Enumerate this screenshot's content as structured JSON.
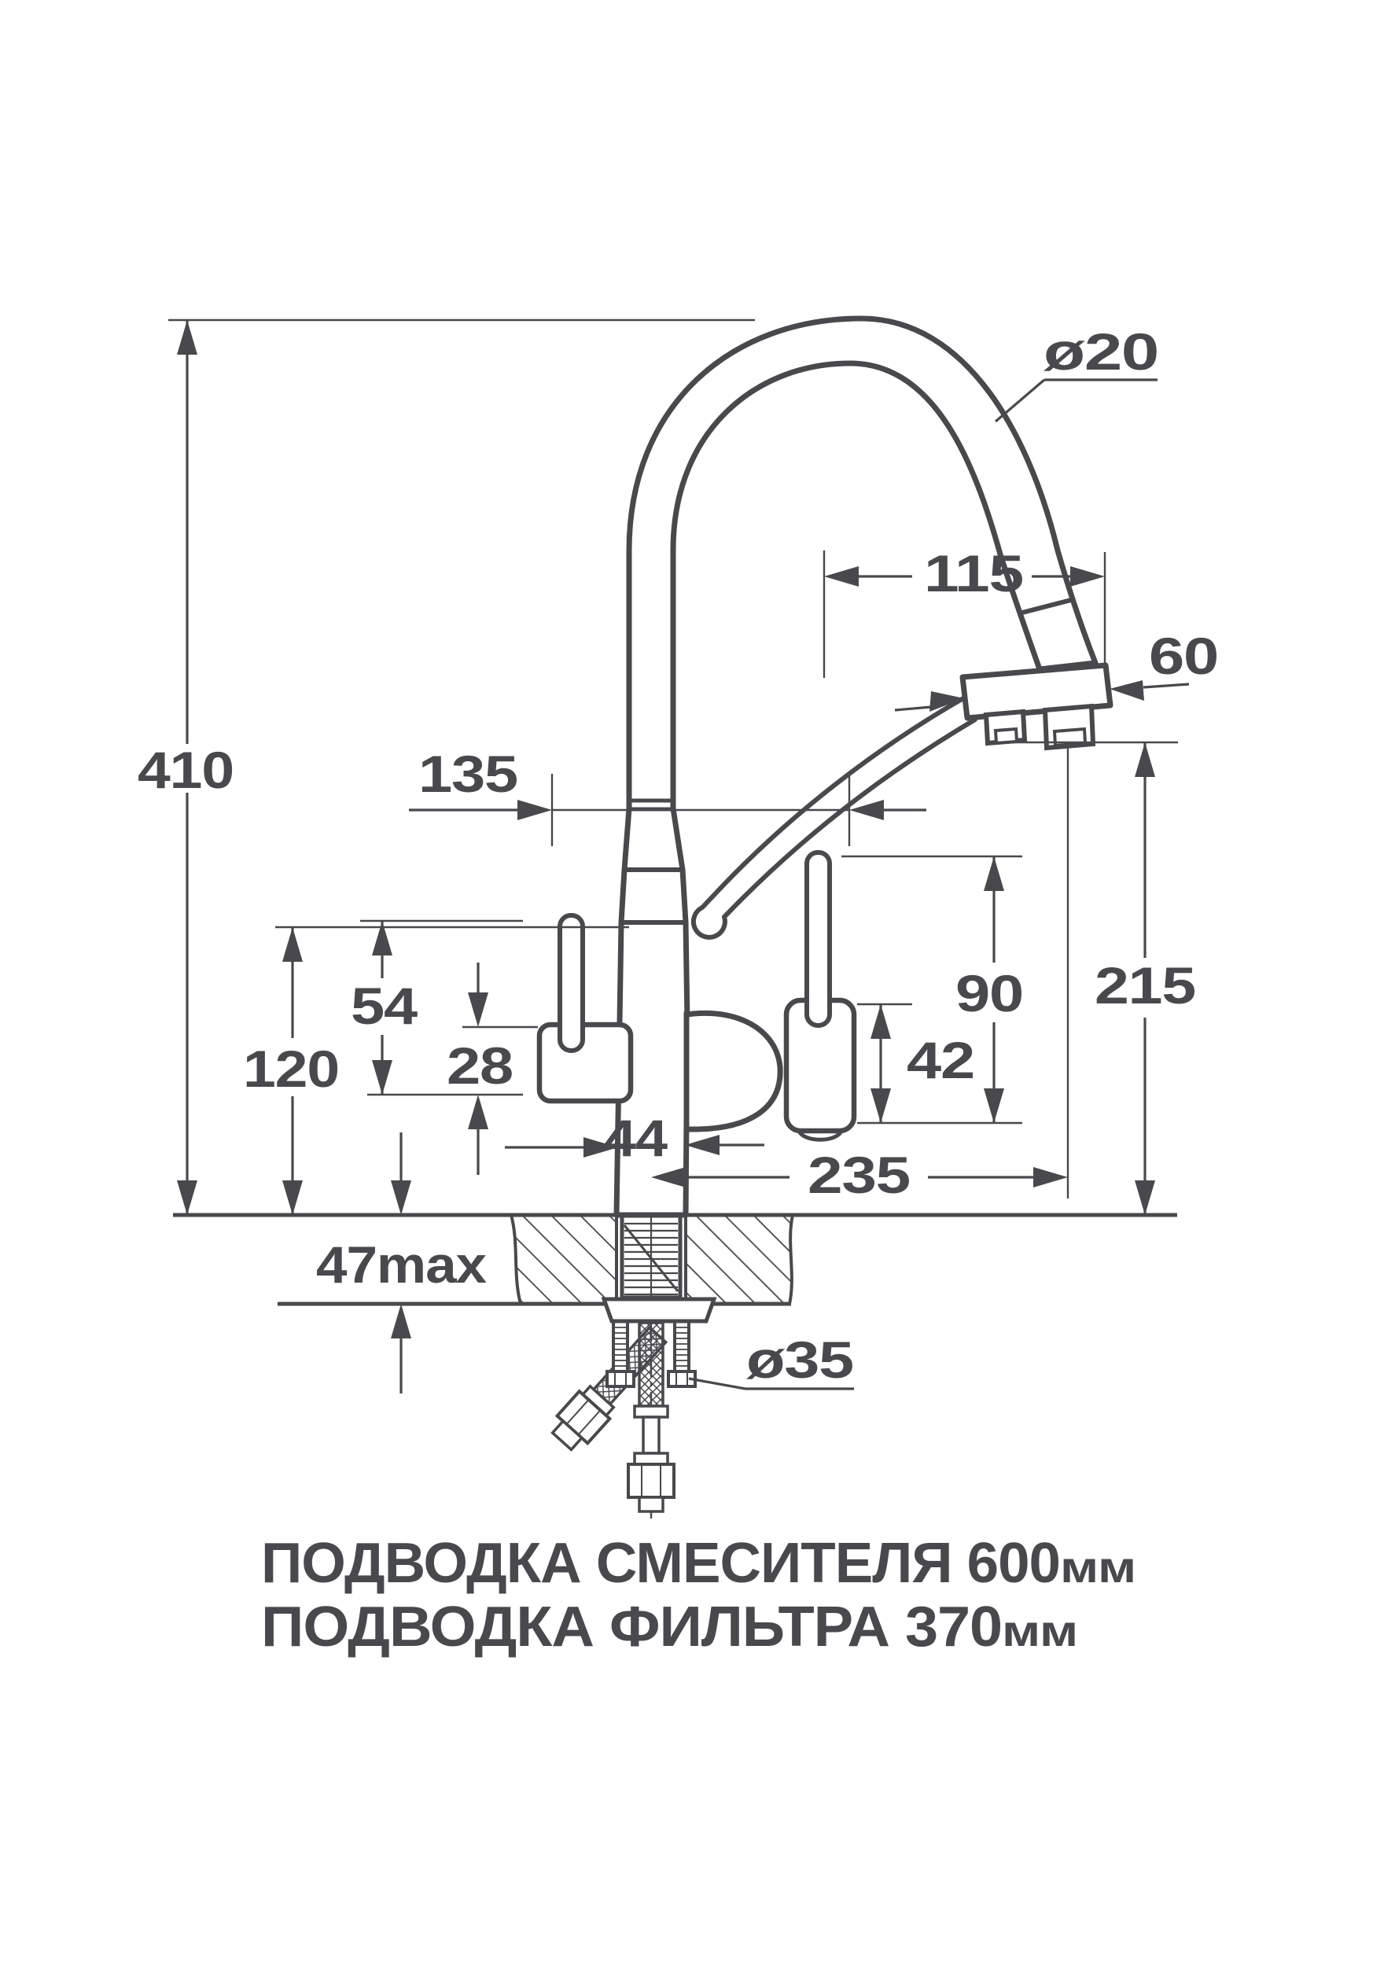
{
  "drawing": {
    "title": "kitchen faucet installation dimensions",
    "line_color": "#49494d",
    "background": "#ffffff",
    "units": "mm",
    "dims": {
      "spout_diameter": "ø20",
      "spout_top_offset": "115",
      "head_length": "60",
      "total_height": "410",
      "body_span": "135",
      "outlet_height": "215",
      "right_handle_height": "90",
      "right_valve_height": "42",
      "left_handle_height": "54",
      "left_valve_height": "28",
      "left_height": "120",
      "base_width": "44",
      "spout_reach": "235",
      "deck_thickness": "47max",
      "hole_diameter": "ø35"
    },
    "notes": {
      "line1": {
        "text": "ПОДВОДКА СМЕСИТЕЛЯ 600",
        "unit": "мм"
      },
      "line2": {
        "text": "ПОДВОДКА ФИЛЬТРА 370",
        "unit": "мм"
      }
    }
  }
}
